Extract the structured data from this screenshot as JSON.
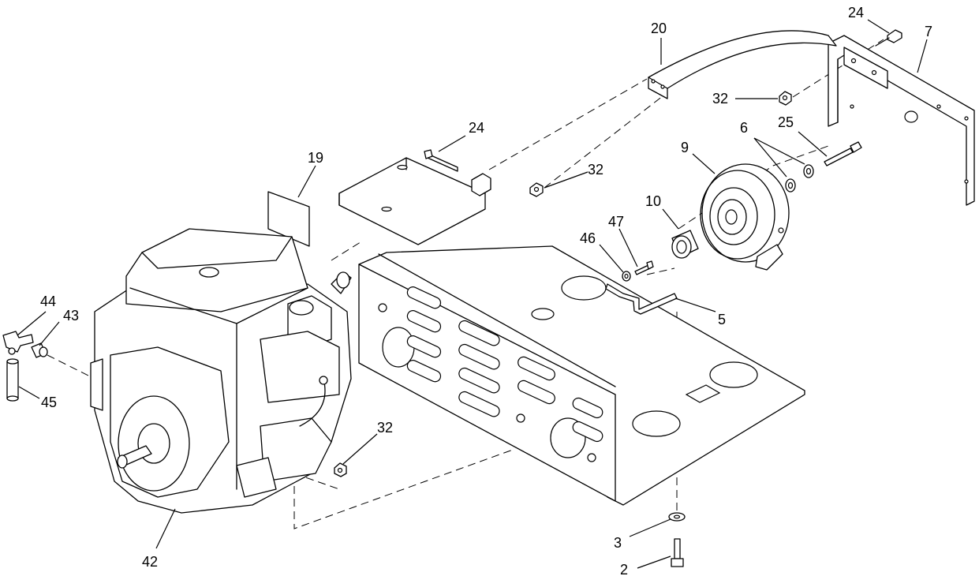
{
  "callouts": [
    {
      "id": "c1",
      "text": "24"
    },
    {
      "id": "c2",
      "text": "7"
    },
    {
      "id": "c3",
      "text": "20"
    },
    {
      "id": "c4",
      "text": "32"
    },
    {
      "id": "c5",
      "text": "25"
    },
    {
      "id": "c6",
      "text": "6"
    },
    {
      "id": "c7",
      "text": "9"
    },
    {
      "id": "c8",
      "text": "24"
    },
    {
      "id": "c9",
      "text": "32"
    },
    {
      "id": "c10",
      "text": "19"
    },
    {
      "id": "c11",
      "text": "10"
    },
    {
      "id": "c12",
      "text": "47"
    },
    {
      "id": "c13",
      "text": "46"
    },
    {
      "id": "c14",
      "text": "5"
    },
    {
      "id": "c15",
      "text": "44"
    },
    {
      "id": "c16",
      "text": "43"
    },
    {
      "id": "c17",
      "text": "45"
    },
    {
      "id": "c18",
      "text": "32"
    },
    {
      "id": "c19",
      "text": "42"
    },
    {
      "id": "c20",
      "text": "3"
    },
    {
      "id": "c21",
      "text": "2"
    }
  ]
}
